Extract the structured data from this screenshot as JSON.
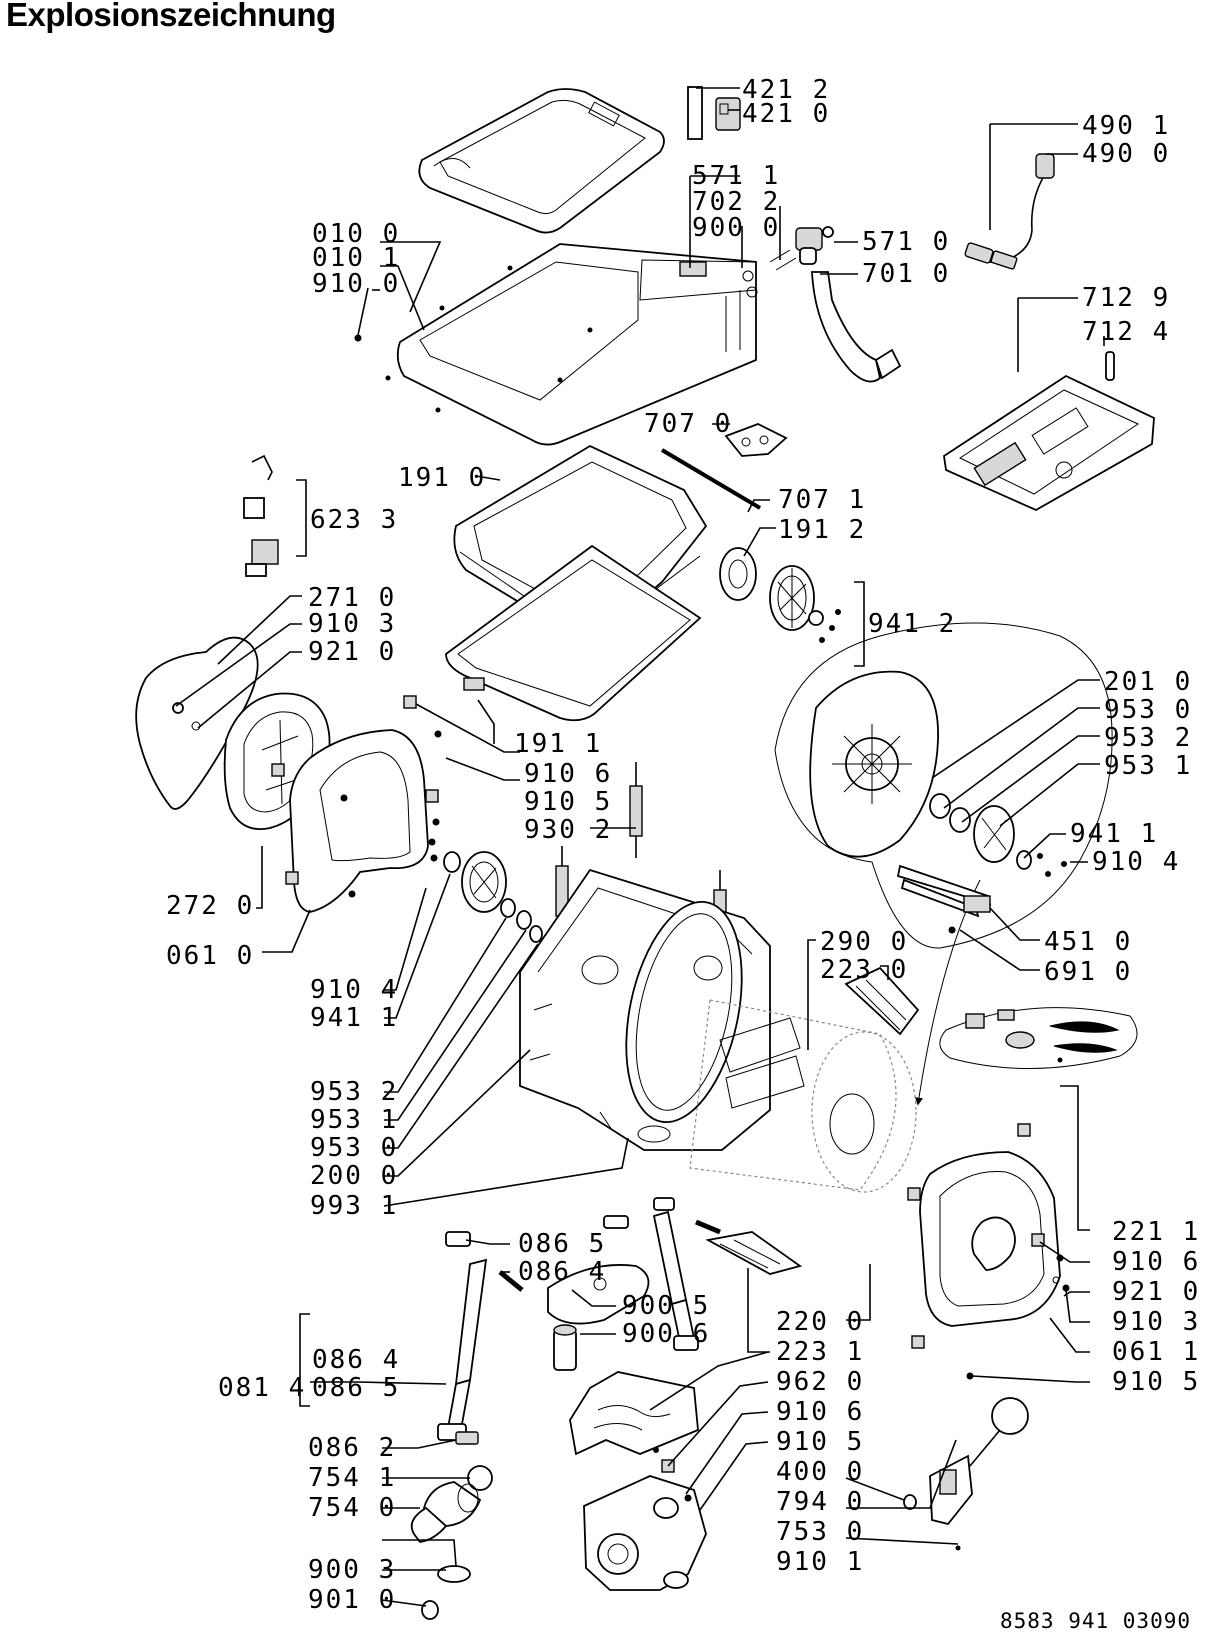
{
  "title": "Explosionszeichnung",
  "drawing_number": "8583 941 03090",
  "labels": {
    "l4212": "421 2",
    "l4210": "421 0",
    "l5711": "571 1",
    "l7022": "702 2",
    "l9000": "900 0",
    "l5710": "571 0",
    "l7010": "701 0",
    "l4901": "490 1",
    "l4900": "490 0",
    "l0100": "010 0",
    "l0101": "010 1",
    "l9100": "910 0",
    "l7129": "712 9",
    "l7124": "712 4",
    "l7070": "707 0",
    "l1910": "191 0",
    "l6233": "623 3",
    "l7071": "707 1",
    "l1912": "191 2",
    "l9412": "941 2",
    "l2710": "271 0",
    "l9103": "910 3",
    "l9210": "921 0",
    "l2010": "201 0",
    "l9530": "953 0",
    "l9532": "953 2",
    "l9531": "953 1",
    "l1911": "191 1",
    "l9106": "910 6",
    "l9105": "910 5",
    "l9302": "930 2",
    "l9411": "941 1",
    "l9104": "910 4",
    "l2720": "272 0",
    "l0610": "061 0",
    "l4510": "451 0",
    "l6910": "691 0",
    "l2900": "290 0",
    "l2230": "223 0",
    "lb9104": "910 4",
    "lb9411": "941 1",
    "lb9532": "953 2",
    "lb9531": "953 1",
    "lb9530": "953 0",
    "l2000": "200 0",
    "l9931": "993 1",
    "l2211": "221 1",
    "lc9106": "910 6",
    "lc9210": "921 0",
    "lc9103": "910 3",
    "l0611": "061 1",
    "lc9105": "910 5",
    "l0865": "086 5",
    "l0864": "086 4",
    "l9005": "900 5",
    "l9006": "900 6",
    "l2200": "220 0",
    "l2231": "223 1",
    "l0814": "081 4",
    "ld0864": "086 4",
    "ld0865": "086 5",
    "l9620": "962 0",
    "ld9106": "910 6",
    "ld9105": "910 5",
    "l4000": "400 0",
    "l0862": "086 2",
    "l7541": "754 1",
    "l7540": "754 0",
    "l7940": "794 0",
    "l7530": "753 0",
    "l9101": "910 1",
    "l9003": "900 3",
    "l9010": "901 0"
  }
}
